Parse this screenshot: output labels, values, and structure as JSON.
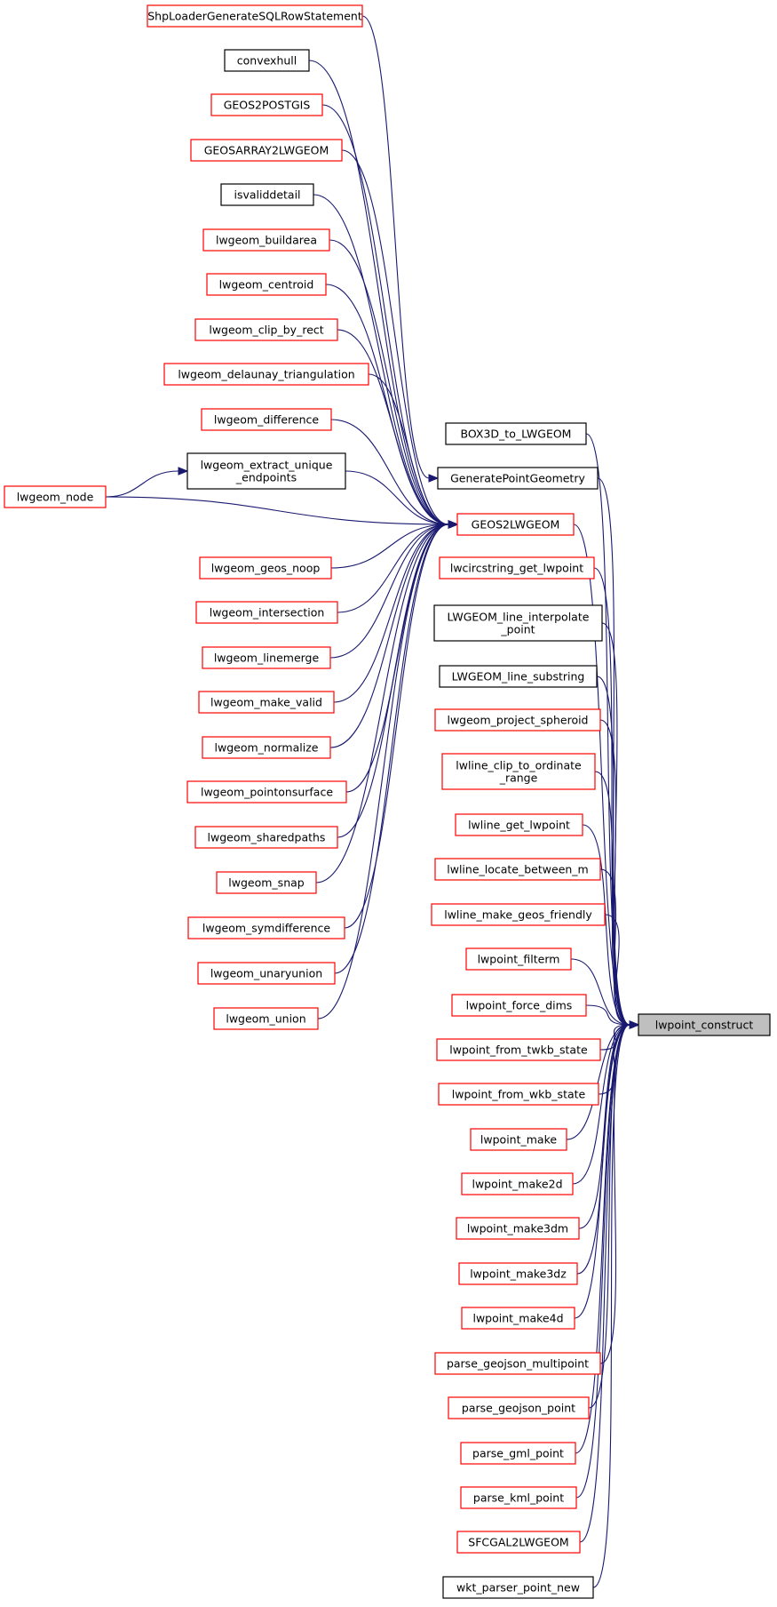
{
  "colors": {
    "edge": "#191970",
    "incomplete_border": "#ff0000",
    "complete_border": "#000000",
    "focus_fill": "#bfbfbf"
  },
  "nodes": {
    "lwpoint_construct": {
      "label": [
        "lwpoint_construct"
      ],
      "style": "focus"
    },
    "ShpLoaderGenerateSQLRowStatement": {
      "label": [
        "ShpLoaderGenerateSQLRowStatement"
      ],
      "style": "red"
    },
    "convexhull": {
      "label": [
        "convexhull"
      ],
      "style": "black"
    },
    "GEOS2POSTGIS": {
      "label": [
        "GEOS2POSTGIS"
      ],
      "style": "red"
    },
    "GEOSARRAY2LWGEOM": {
      "label": [
        "GEOSARRAY2LWGEOM"
      ],
      "style": "red"
    },
    "isvaliddetail": {
      "label": [
        "isvaliddetail"
      ],
      "style": "black"
    },
    "lwgeom_buildarea": {
      "label": [
        "lwgeom_buildarea"
      ],
      "style": "red"
    },
    "lwgeom_centroid": {
      "label": [
        "lwgeom_centroid"
      ],
      "style": "red"
    },
    "lwgeom_clip_by_rect": {
      "label": [
        "lwgeom_clip_by_rect"
      ],
      "style": "red"
    },
    "lwgeom_delaunay_triangulation": {
      "label": [
        "lwgeom_delaunay_triangulation"
      ],
      "style": "red"
    },
    "lwgeom_difference": {
      "label": [
        "lwgeom_difference"
      ],
      "style": "red"
    },
    "lwgeom_extract_unique_endpoints": {
      "label": [
        "lwgeom_extract_unique",
        "_endpoints"
      ],
      "style": "black"
    },
    "lwgeom_node": {
      "label": [
        "lwgeom_node"
      ],
      "style": "red"
    },
    "lwgeom_geos_noop": {
      "label": [
        "lwgeom_geos_noop"
      ],
      "style": "red"
    },
    "lwgeom_intersection": {
      "label": [
        "lwgeom_intersection"
      ],
      "style": "red"
    },
    "lwgeom_linemerge": {
      "label": [
        "lwgeom_linemerge"
      ],
      "style": "red"
    },
    "lwgeom_make_valid": {
      "label": [
        "lwgeom_make_valid"
      ],
      "style": "red"
    },
    "lwgeom_normalize": {
      "label": [
        "lwgeom_normalize"
      ],
      "style": "red"
    },
    "lwgeom_pointonsurface": {
      "label": [
        "lwgeom_pointonsurface"
      ],
      "style": "red"
    },
    "lwgeom_sharedpaths": {
      "label": [
        "lwgeom_sharedpaths"
      ],
      "style": "red"
    },
    "lwgeom_snap": {
      "label": [
        "lwgeom_snap"
      ],
      "style": "red"
    },
    "lwgeom_symdifference": {
      "label": [
        "lwgeom_symdifference"
      ],
      "style": "red"
    },
    "lwgeom_unaryunion": {
      "label": [
        "lwgeom_unaryunion"
      ],
      "style": "red"
    },
    "lwgeom_union": {
      "label": [
        "lwgeom_union"
      ],
      "style": "red"
    },
    "BOX3D_to_LWGEOM": {
      "label": [
        "BOX3D_to_LWGEOM"
      ],
      "style": "black"
    },
    "GeneratePointGeometry": {
      "label": [
        "GeneratePointGeometry"
      ],
      "style": "black"
    },
    "GEOS2LWGEOM": {
      "label": [
        "GEOS2LWGEOM"
      ],
      "style": "red"
    },
    "lwcircstring_get_lwpoint": {
      "label": [
        "lwcircstring_get_lwpoint"
      ],
      "style": "red"
    },
    "LWGEOM_line_interpolate_point": {
      "label": [
        "LWGEOM_line_interpolate",
        "_point"
      ],
      "style": "black"
    },
    "LWGEOM_line_substring": {
      "label": [
        "LWGEOM_line_substring"
      ],
      "style": "black"
    },
    "lwgeom_project_spheroid": {
      "label": [
        "lwgeom_project_spheroid"
      ],
      "style": "red"
    },
    "lwline_clip_to_ordinate_range": {
      "label": [
        "lwline_clip_to_ordinate",
        "_range"
      ],
      "style": "red"
    },
    "lwline_get_lwpoint": {
      "label": [
        "lwline_get_lwpoint"
      ],
      "style": "red"
    },
    "lwline_locate_between_m": {
      "label": [
        "lwline_locate_between_m"
      ],
      "style": "red"
    },
    "lwline_make_geos_friendly": {
      "label": [
        "lwline_make_geos_friendly"
      ],
      "style": "red"
    },
    "lwpoint_filterm": {
      "label": [
        "lwpoint_filterm"
      ],
      "style": "red"
    },
    "lwpoint_force_dims": {
      "label": [
        "lwpoint_force_dims"
      ],
      "style": "red"
    },
    "lwpoint_from_twkb_state": {
      "label": [
        "lwpoint_from_twkb_state"
      ],
      "style": "red"
    },
    "lwpoint_from_wkb_state": {
      "label": [
        "lwpoint_from_wkb_state"
      ],
      "style": "red"
    },
    "lwpoint_make": {
      "label": [
        "lwpoint_make"
      ],
      "style": "red"
    },
    "lwpoint_make2d": {
      "label": [
        "lwpoint_make2d"
      ],
      "style": "red"
    },
    "lwpoint_make3dm": {
      "label": [
        "lwpoint_make3dm"
      ],
      "style": "red"
    },
    "lwpoint_make3dz": {
      "label": [
        "lwpoint_make3dz"
      ],
      "style": "red"
    },
    "lwpoint_make4d": {
      "label": [
        "lwpoint_make4d"
      ],
      "style": "red"
    },
    "parse_geojson_multipoint": {
      "label": [
        "parse_geojson_multipoint"
      ],
      "style": "red"
    },
    "parse_geojson_point": {
      "label": [
        "parse_geojson_point"
      ],
      "style": "red"
    },
    "parse_gml_point": {
      "label": [
        "parse_gml_point"
      ],
      "style": "red"
    },
    "parse_kml_point": {
      "label": [
        "parse_kml_point"
      ],
      "style": "red"
    },
    "SFCGAL2LWGEOM": {
      "label": [
        "SFCGAL2LWGEOM"
      ],
      "style": "red"
    },
    "wkt_parser_point_new": {
      "label": [
        "wkt_parser_point_new"
      ],
      "style": "black"
    }
  },
  "edges": [
    [
      "ShpLoaderGenerateSQLRowStatement",
      "GeneratePointGeometry"
    ],
    [
      "convexhull",
      "GEOS2LWGEOM"
    ],
    [
      "GEOS2POSTGIS",
      "GEOS2LWGEOM"
    ],
    [
      "GEOSARRAY2LWGEOM",
      "GEOS2LWGEOM"
    ],
    [
      "isvaliddetail",
      "GEOS2LWGEOM"
    ],
    [
      "lwgeom_buildarea",
      "GEOS2LWGEOM"
    ],
    [
      "lwgeom_centroid",
      "GEOS2LWGEOM"
    ],
    [
      "lwgeom_clip_by_rect",
      "GEOS2LWGEOM"
    ],
    [
      "lwgeom_delaunay_triangulation",
      "GEOS2LWGEOM"
    ],
    [
      "lwgeom_difference",
      "GEOS2LWGEOM"
    ],
    [
      "lwgeom_extract_unique_endpoints",
      "GEOS2LWGEOM"
    ],
    [
      "lwgeom_node",
      "lwgeom_extract_unique_endpoints"
    ],
    [
      "lwgeom_node",
      "GEOS2LWGEOM"
    ],
    [
      "lwgeom_geos_noop",
      "GEOS2LWGEOM"
    ],
    [
      "lwgeom_intersection",
      "GEOS2LWGEOM"
    ],
    [
      "lwgeom_linemerge",
      "GEOS2LWGEOM"
    ],
    [
      "lwgeom_make_valid",
      "GEOS2LWGEOM"
    ],
    [
      "lwgeom_normalize",
      "GEOS2LWGEOM"
    ],
    [
      "lwgeom_pointonsurface",
      "GEOS2LWGEOM"
    ],
    [
      "lwgeom_sharedpaths",
      "GEOS2LWGEOM"
    ],
    [
      "lwgeom_snap",
      "GEOS2LWGEOM"
    ],
    [
      "lwgeom_symdifference",
      "GEOS2LWGEOM"
    ],
    [
      "lwgeom_unaryunion",
      "GEOS2LWGEOM"
    ],
    [
      "lwgeom_union",
      "GEOS2LWGEOM"
    ],
    [
      "BOX3D_to_LWGEOM",
      "lwpoint_construct"
    ],
    [
      "GeneratePointGeometry",
      "lwpoint_construct"
    ],
    [
      "GEOS2LWGEOM",
      "lwpoint_construct"
    ],
    [
      "lwcircstring_get_lwpoint",
      "lwpoint_construct"
    ],
    [
      "LWGEOM_line_interpolate_point",
      "lwpoint_construct"
    ],
    [
      "LWGEOM_line_substring",
      "lwpoint_construct"
    ],
    [
      "lwgeom_project_spheroid",
      "lwpoint_construct"
    ],
    [
      "lwline_clip_to_ordinate_range",
      "lwpoint_construct"
    ],
    [
      "lwline_get_lwpoint",
      "lwpoint_construct"
    ],
    [
      "lwline_locate_between_m",
      "lwpoint_construct"
    ],
    [
      "lwline_make_geos_friendly",
      "lwpoint_construct"
    ],
    [
      "lwpoint_filterm",
      "lwpoint_construct"
    ],
    [
      "lwpoint_force_dims",
      "lwpoint_construct"
    ],
    [
      "lwpoint_from_twkb_state",
      "lwpoint_construct"
    ],
    [
      "lwpoint_from_wkb_state",
      "lwpoint_construct"
    ],
    [
      "lwpoint_make",
      "lwpoint_construct"
    ],
    [
      "lwpoint_make2d",
      "lwpoint_construct"
    ],
    [
      "lwpoint_make3dm",
      "lwpoint_construct"
    ],
    [
      "lwpoint_make3dz",
      "lwpoint_construct"
    ],
    [
      "lwpoint_make4d",
      "lwpoint_construct"
    ],
    [
      "parse_geojson_multipoint",
      "lwpoint_construct"
    ],
    [
      "parse_geojson_point",
      "lwpoint_construct"
    ],
    [
      "parse_gml_point",
      "lwpoint_construct"
    ],
    [
      "parse_kml_point",
      "lwpoint_construct"
    ],
    [
      "SFCGAL2LWGEOM",
      "lwpoint_construct"
    ],
    [
      "wkt_parser_point_new",
      "lwpoint_construct"
    ]
  ]
}
